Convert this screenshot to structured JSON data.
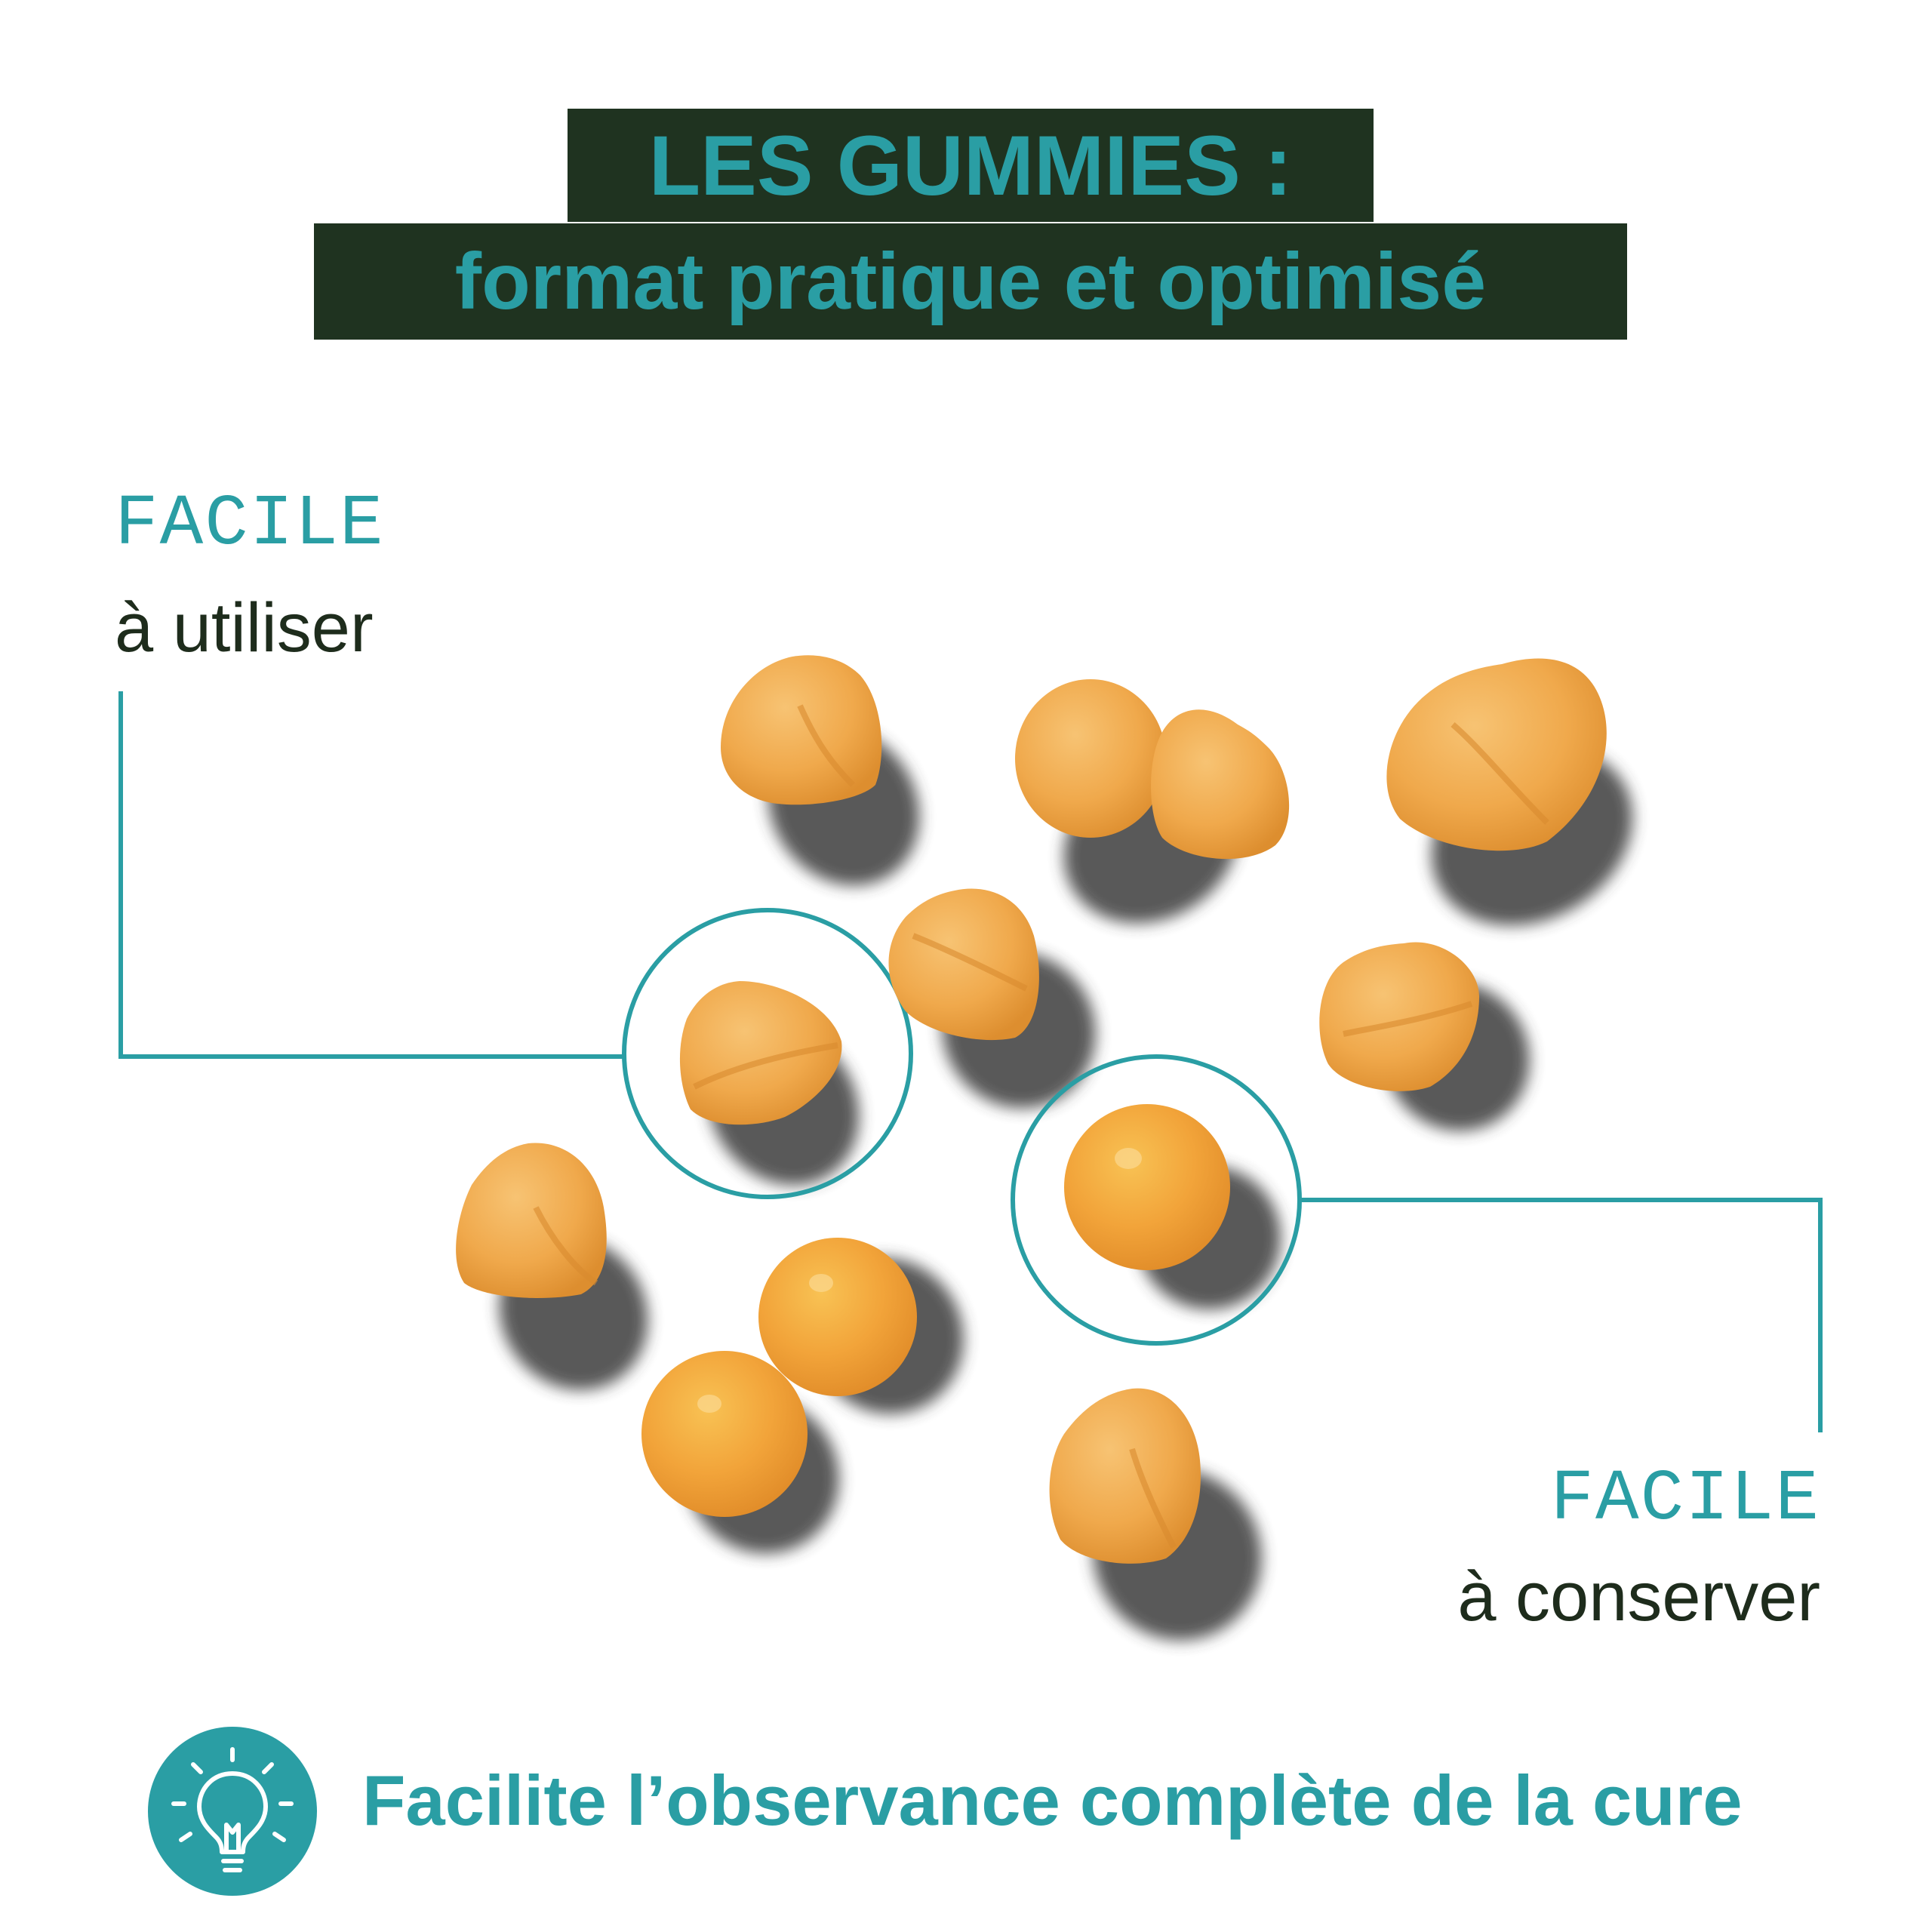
{
  "header": {
    "title_line1": "LES GUMMIES :",
    "title_line2": "format pratique et optimisé"
  },
  "callouts": [
    {
      "heading": "FACILE",
      "text": "à utiliser"
    },
    {
      "heading": "FACILE",
      "text": "à conserver"
    }
  ],
  "footer": {
    "icon": "lightbulb-icon",
    "text": "Facilite l’observance complète de la cure"
  },
  "colors": {
    "teal": "#2a9ea4",
    "dark_green": "#1f3320",
    "text_dark": "#1e2c1c",
    "gummy": "#f0a94c"
  }
}
